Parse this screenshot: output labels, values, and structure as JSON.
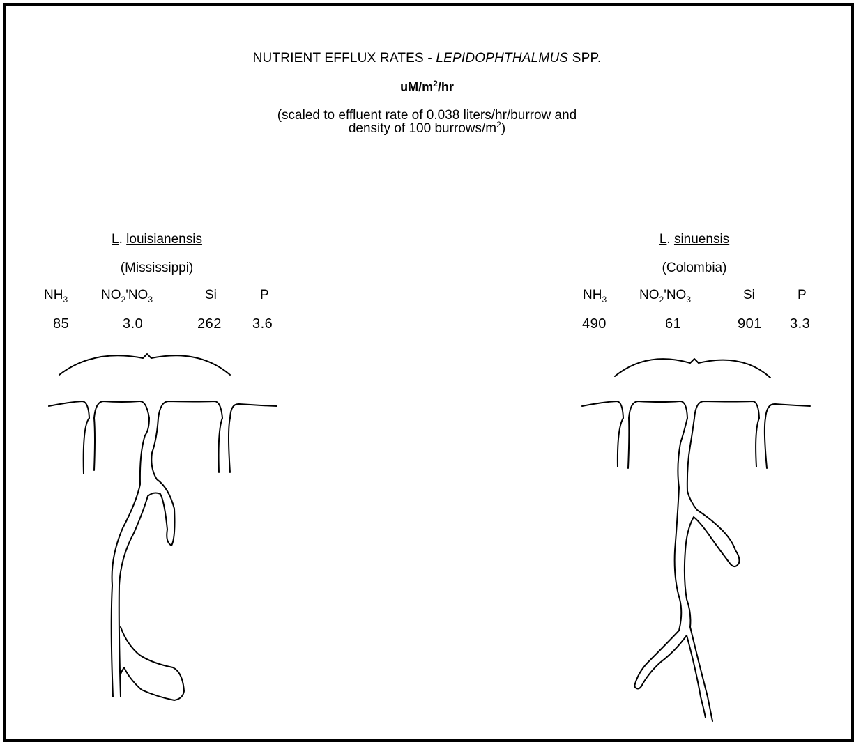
{
  "title": {
    "prefix": "NUTRIENT EFFLUX RATES - ",
    "genus": "LEPIDOPHTHALMUS",
    "suffix": " SPP."
  },
  "units": {
    "base": "uM/m",
    "exp": "2",
    "tail": "/hr"
  },
  "note": {
    "line1": "(scaled to effluent rate of 0.038 liters/hr/burrow and",
    "line2_pre": "density of 100 burrows/m",
    "line2_exp": "2",
    "line2_post": ")"
  },
  "nutrient_headers": [
    {
      "main": "NH",
      "sub": "3"
    },
    {
      "main": "NO",
      "sub": "2",
      "mid": "'NO",
      "sub2": "3"
    },
    {
      "main": "Si"
    },
    {
      "main": "P"
    }
  ],
  "species": [
    {
      "abbr": "L",
      "name": "louisianensis",
      "location": "(Mississippi)",
      "values": [
        "85",
        "3.0",
        "262",
        "3.6"
      ]
    },
    {
      "abbr": "L",
      "name": "sinuensis",
      "location": "(Colombia)",
      "values": [
        "490",
        "61",
        "901",
        "3.3"
      ]
    }
  ]
}
